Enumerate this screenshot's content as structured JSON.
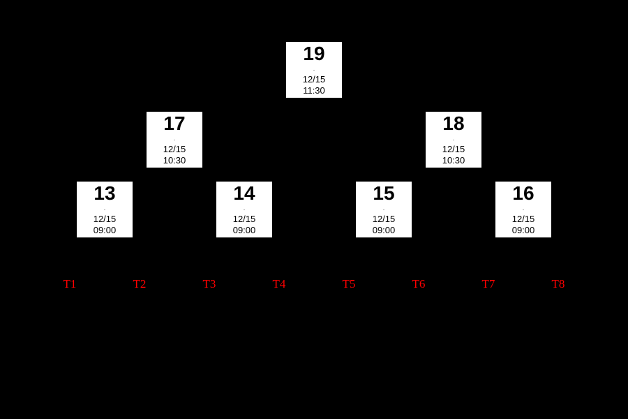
{
  "colors": {
    "bg": "#000000",
    "box_bg": "#ffffff",
    "box_text": "#000000",
    "muted_text": "#333333",
    "team_label": "#ff0000"
  },
  "matches": [
    {
      "number": "13",
      "separator": ".",
      "date": "12/15",
      "time": "09:00",
      "round": 1
    },
    {
      "number": "14",
      "separator": ".",
      "date": "12/15",
      "time": "09:00",
      "round": 1
    },
    {
      "number": "15",
      "separator": ".",
      "date": "12/15",
      "time": "09:00",
      "round": 1
    },
    {
      "number": "16",
      "separator": ".",
      "date": "12/15",
      "time": "09:00",
      "round": 1
    },
    {
      "number": "17",
      "separator": ".",
      "date": "12/15",
      "time": "10:30",
      "round": 2
    },
    {
      "number": "18",
      "separator": ".",
      "date": "12/15",
      "time": "10:30",
      "round": 2
    },
    {
      "number": "19",
      "separator": ".",
      "date": "12/15",
      "time": "11:30",
      "round": 3
    }
  ],
  "teams": [
    {
      "label": "T1"
    },
    {
      "label": "T2"
    },
    {
      "label": "T3"
    },
    {
      "label": "T4"
    },
    {
      "label": "T5"
    },
    {
      "label": "T6"
    },
    {
      "label": "T7"
    },
    {
      "label": "T8"
    }
  ]
}
